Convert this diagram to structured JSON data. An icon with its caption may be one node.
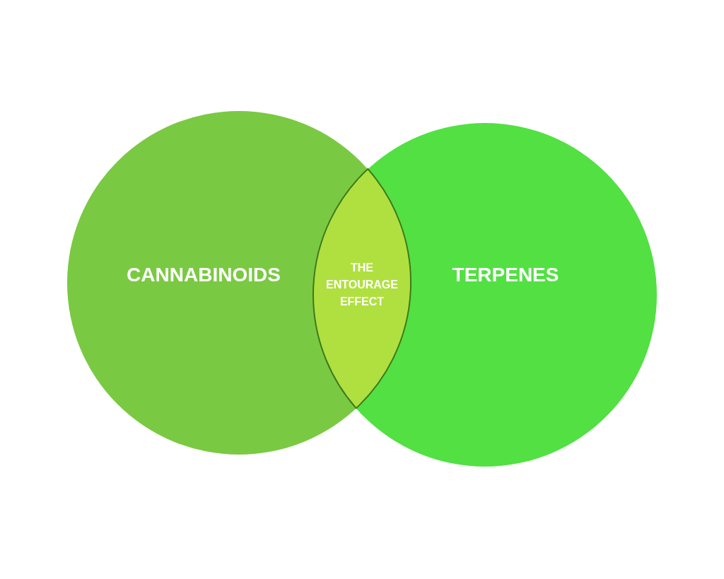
{
  "diagram": {
    "nodes": [
      {
        "text": [
          "CANNABINOIDS"
        ]
      },
      {
        "text": [
          "TERPENES"
        ]
      },
      {
        "text": [
          "THE ENTOURAGE EFFECT"
        ]
      }
    ]
  }
}
